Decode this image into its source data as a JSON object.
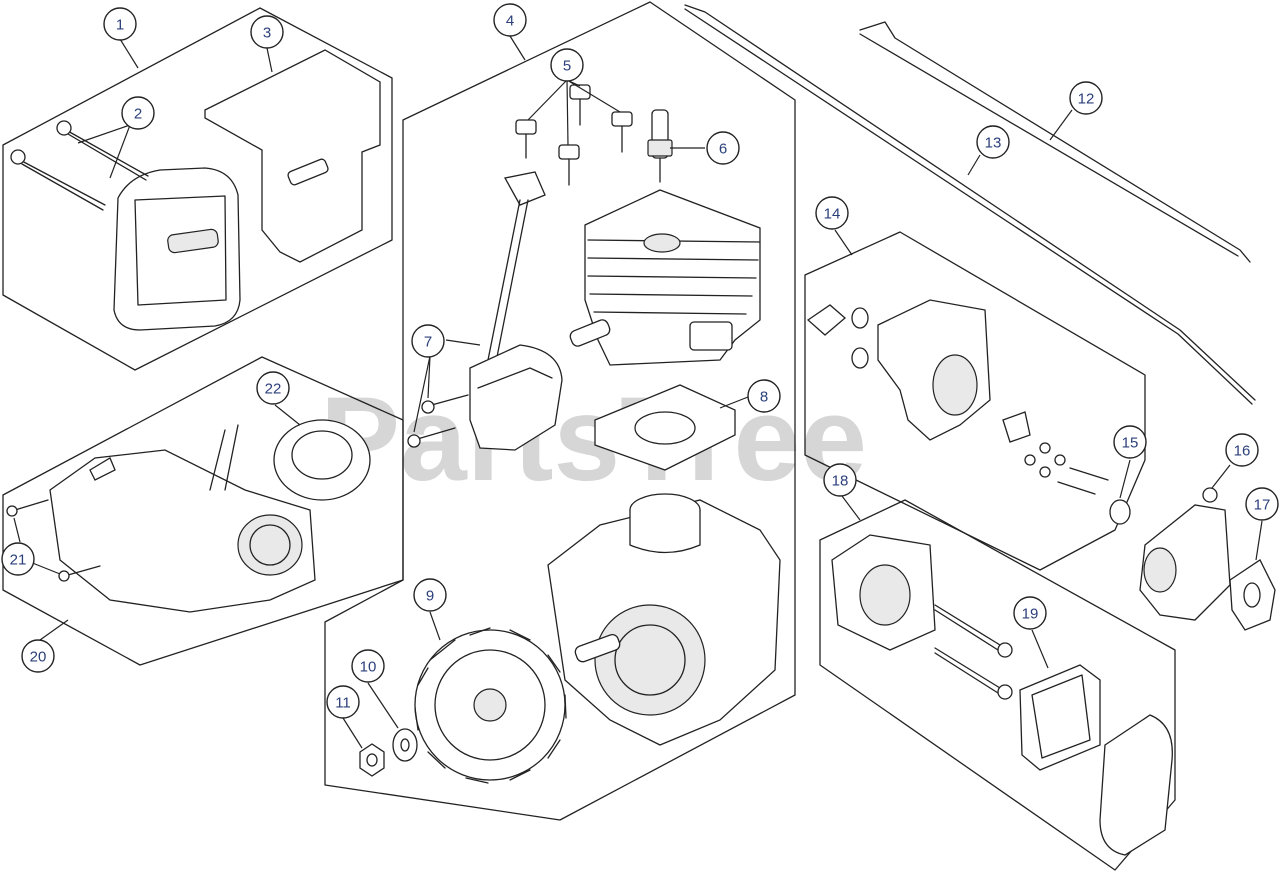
{
  "watermark": {
    "text": "PartsTree"
  },
  "colors": {
    "line": "#222222",
    "callout_text": "#2b3f7a",
    "watermark": "#d6d6d6",
    "panel_fill": "#ffffff",
    "shade": "#e9e9e9"
  },
  "callouts": [
    {
      "label": "1"
    },
    {
      "label": "2"
    },
    {
      "label": "3"
    },
    {
      "label": "4"
    },
    {
      "label": "5"
    },
    {
      "label": "6"
    },
    {
      "label": "7"
    },
    {
      "label": "8"
    },
    {
      "label": "9"
    },
    {
      "label": "10"
    },
    {
      "label": "11"
    },
    {
      "label": "12"
    },
    {
      "label": "13"
    },
    {
      "label": "14"
    },
    {
      "label": "15"
    },
    {
      "label": "16"
    },
    {
      "label": "17"
    },
    {
      "label": "18"
    },
    {
      "label": "19"
    },
    {
      "label": "20"
    },
    {
      "label": "21"
    },
    {
      "label": "22"
    }
  ]
}
